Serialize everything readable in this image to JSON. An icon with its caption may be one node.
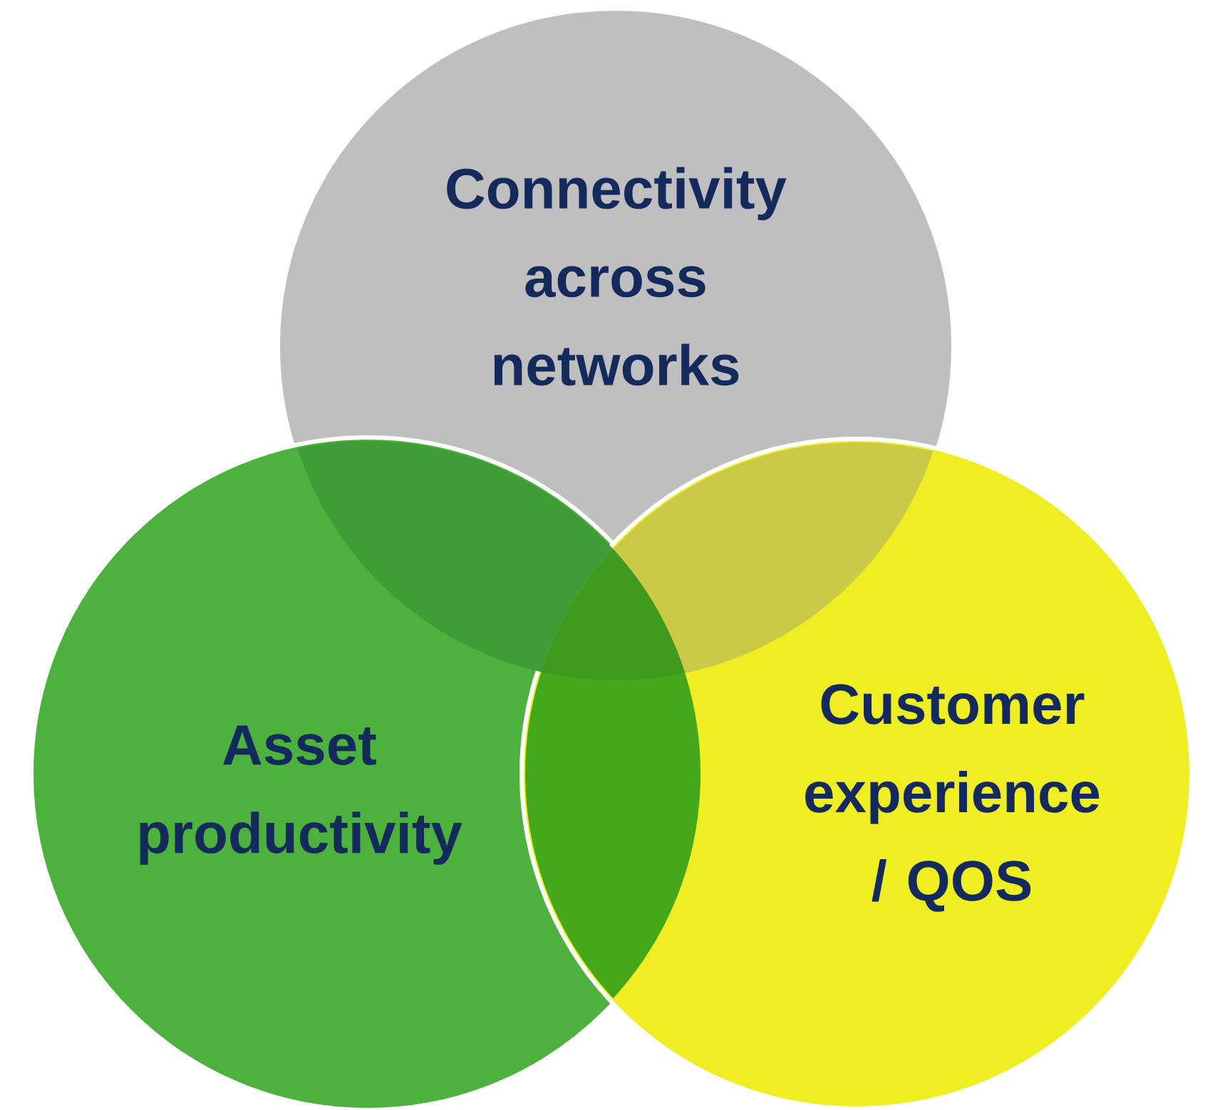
{
  "diagram": {
    "nodes": [
      {
        "text": [
          "Connectivity across networks"
        ]
      },
      {
        "text": [
          "Asset productivity"
        ]
      },
      {
        "text": [
          "Customer experience / QOS"
        ]
      }
    ]
  }
}
